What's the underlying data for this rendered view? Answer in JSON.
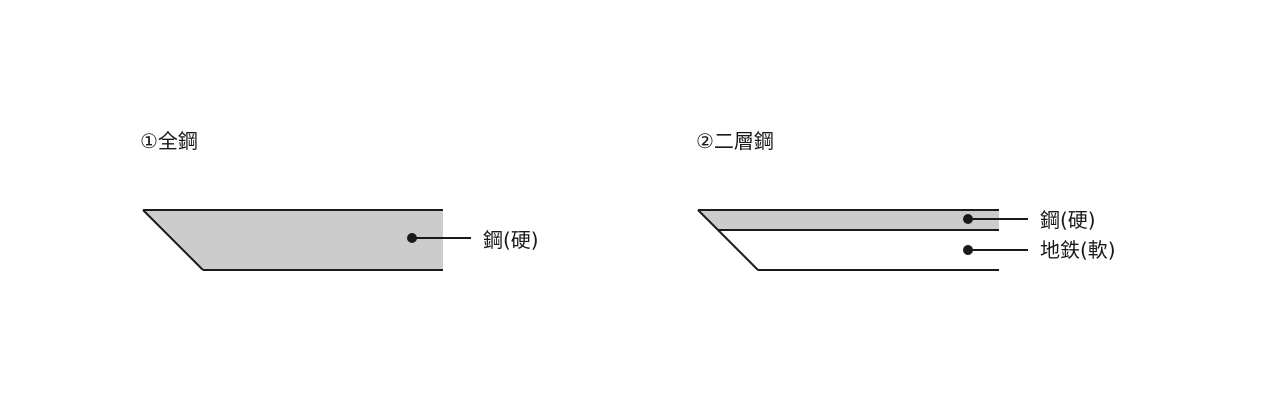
{
  "diagram": {
    "colors": {
      "steel_fill": "#cccccc",
      "iron_fill": "#ffffff",
      "stroke": "#1a1a1a"
    },
    "panels": [
      {
        "title": "①全鋼",
        "layers": [
          {
            "material": "steel",
            "label": "鋼(硬)"
          }
        ]
      },
      {
        "title": "②二層鋼",
        "layers": [
          {
            "material": "steel",
            "label": "鋼(硬)"
          },
          {
            "material": "iron",
            "label": "地鉄(軟)"
          }
        ]
      }
    ]
  }
}
